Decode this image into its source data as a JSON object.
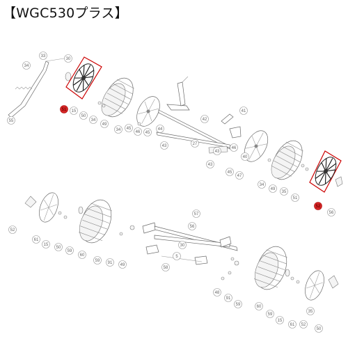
{
  "title": "【WGC530プラス】",
  "accent_color": "#cc0000",
  "callouts_top": [
    "33",
    "30",
    "34",
    "55",
    "51",
    "15",
    "50",
    "34",
    "49",
    "34",
    "45",
    "46",
    "45",
    "41",
    "44",
    "43",
    "42",
    "43",
    "45",
    "27",
    "43",
    "40",
    "47",
    "46",
    "34",
    "49",
    "35",
    "51",
    "52",
    "56"
  ],
  "callouts_bottom": [
    "52",
    "61",
    "15",
    "50",
    "59",
    "60",
    "59",
    "91",
    "49",
    "57",
    "56",
    "30",
    "5",
    "58",
    "48",
    "91",
    "59",
    "60",
    "59",
    "15",
    "61",
    "52",
    "50",
    "35"
  ],
  "highlighted": [
    "51",
    "51"
  ]
}
